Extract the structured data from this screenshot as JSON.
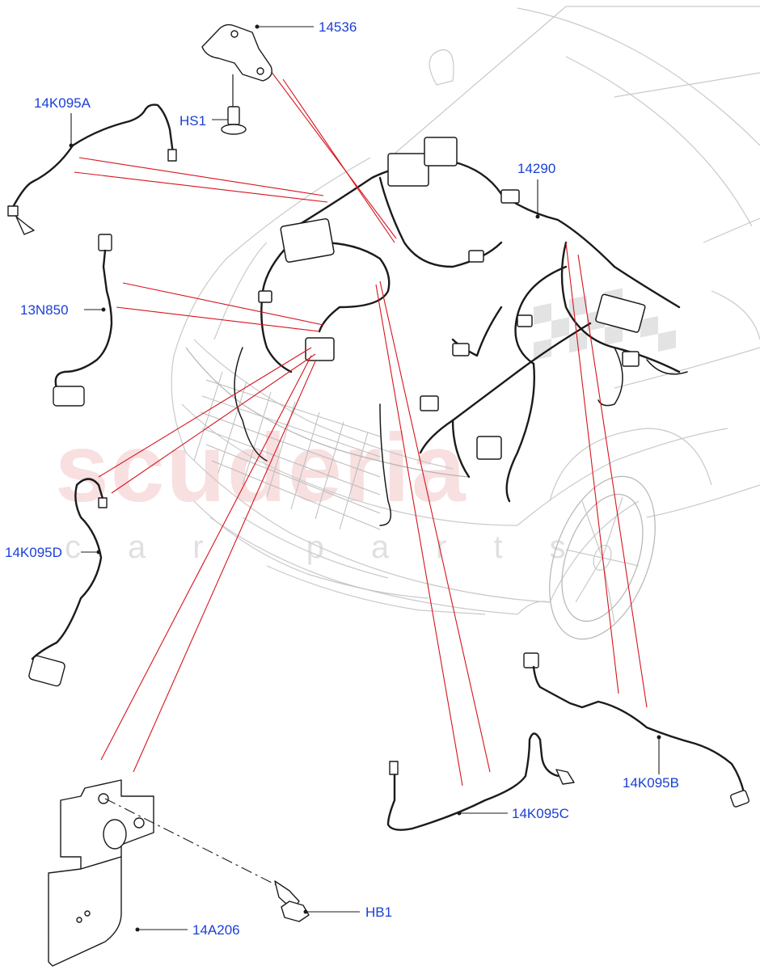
{
  "watermark": {
    "main": "scuderia",
    "sub": "car parts"
  },
  "labels": {
    "p14536": "14536",
    "hs1": "HS1",
    "p14k095a": "14K095A",
    "p14290": "14290",
    "p13n850": "13N850",
    "p14k095d": "14K095D",
    "p14k095b": "14K095B",
    "p14k095c": "14K095C",
    "hb1": "HB1",
    "p14a206": "14A206"
  },
  "colors": {
    "label": "#1a3fd6",
    "callout_line": "#d6141e",
    "part": "#1b1b1b",
    "vehicle_outline": "#c9c9c9",
    "watermark": "#f3c5c8"
  }
}
